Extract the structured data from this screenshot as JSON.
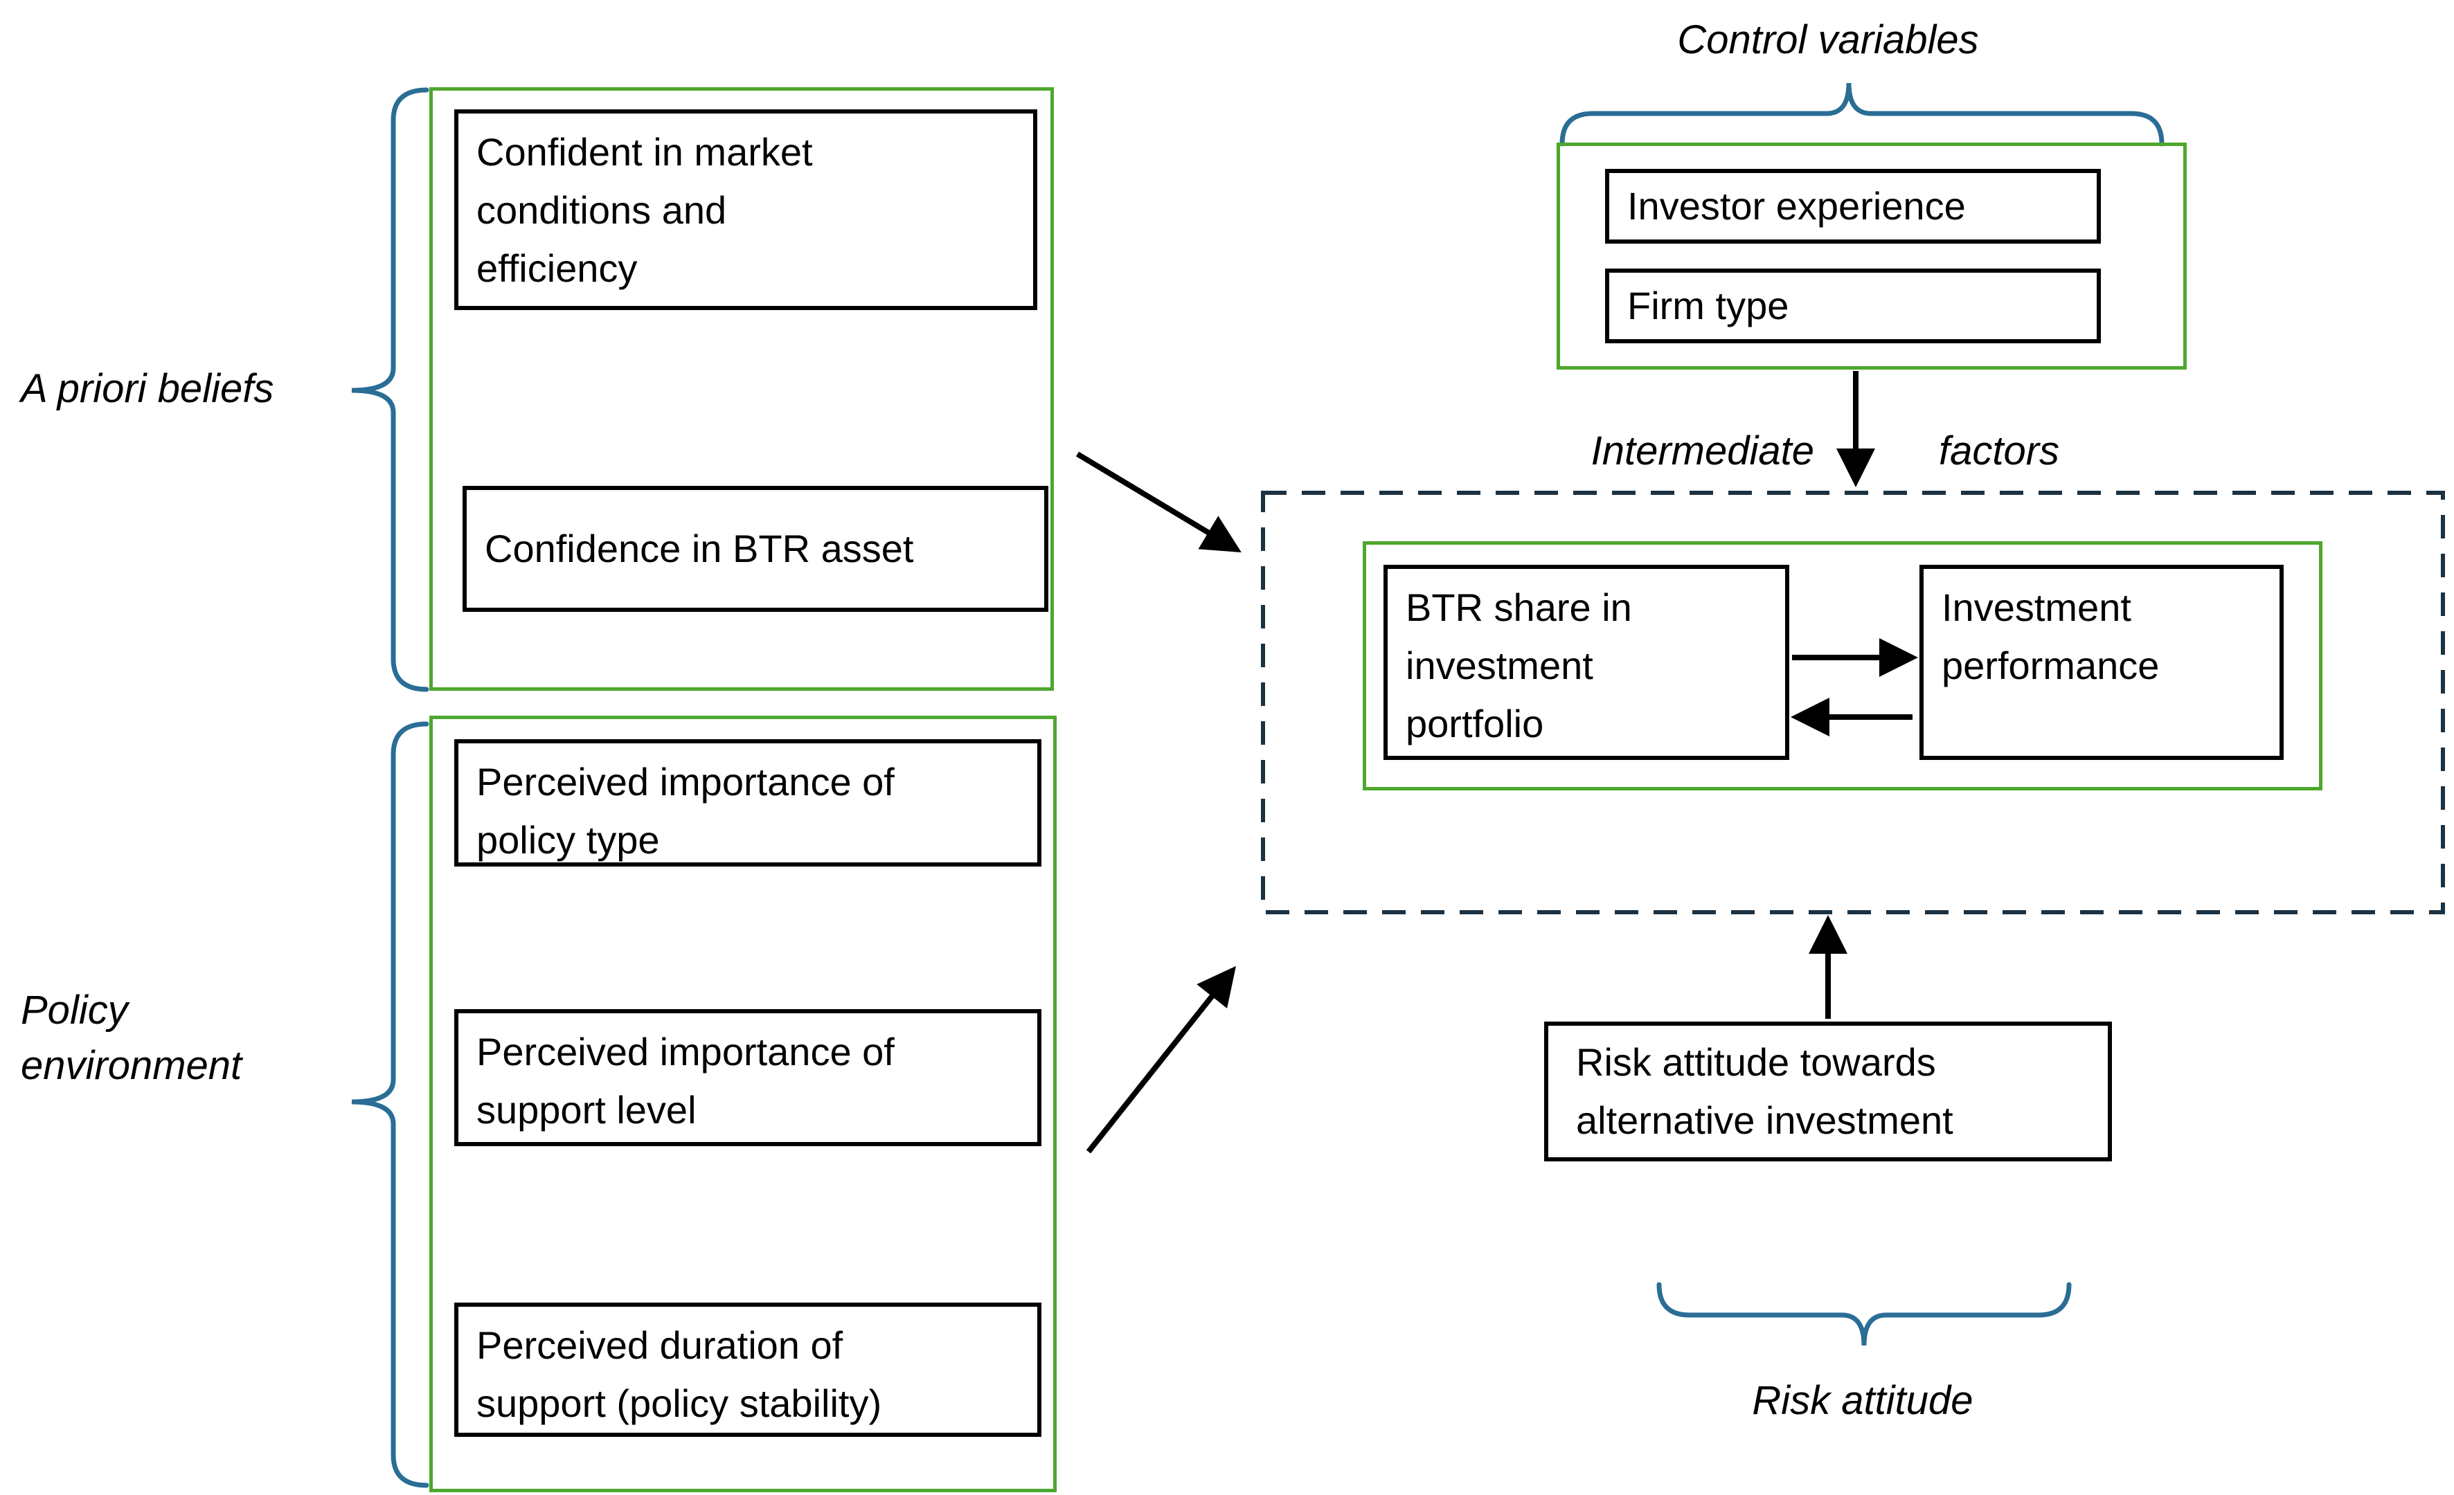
{
  "colors": {
    "green": "#4ea72e",
    "brace_blue": "#2a6d95",
    "dashed_border": "#1b3243",
    "text": "#000000",
    "background": "#ffffff"
  },
  "labels": {
    "a_priori_beliefs": "A priori beliefs",
    "policy_environment": [
      "Policy",
      "environment"
    ],
    "control_variables": "Control variables",
    "intermediate_word1": "Intermediate",
    "intermediate_word2": "factors",
    "risk_attitude": "Risk attitude"
  },
  "boxes": {
    "confident_market": [
      "Confident in market",
      "conditions and",
      "efficiency"
    ],
    "confidence_btr": "Confidence in BTR asset",
    "policy_type": [
      "Perceived importance of",
      "policy type"
    ],
    "support_level": [
      "Perceived importance of",
      "support level"
    ],
    "support_duration": [
      "Perceived duration of",
      "support (policy stability)"
    ],
    "investor_experience": "Investor experience",
    "firm_type": "Firm type",
    "btr_share": [
      "BTR share in",
      "investment",
      "portfolio"
    ],
    "investment_performance": [
      "Investment",
      "performance"
    ],
    "risk_attitude_towards": [
      "Risk attitude towards",
      "alternative investment"
    ]
  }
}
